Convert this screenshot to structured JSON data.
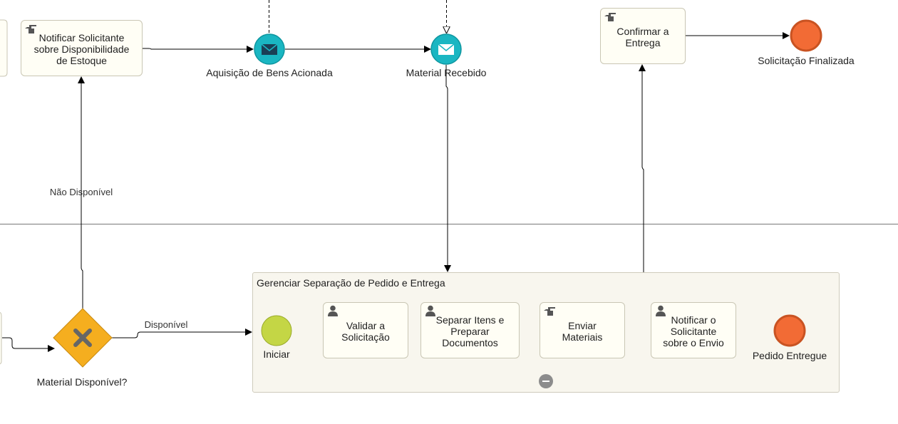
{
  "colors": {
    "message_event": "#1ab6c2",
    "end_event": "#f26b35",
    "end_event_border": "#c95322",
    "start_event": "#c4d645",
    "gateway": "#f5ae1f",
    "task_fill": "#fffef5",
    "line": "#000000"
  },
  "tasks": {
    "notificar_disponibilidade": {
      "label": "Notificar Solicitante\nsobre Disponibilidade\nde Estoque",
      "icon": "hand-pointer-icon"
    },
    "confirmar_entrega": {
      "label": "Confirmar a\nEntrega",
      "icon": "hand-pointer-icon"
    },
    "validar_solicitacao": {
      "label": "Validar a\nSolicitação",
      "icon": "user-icon"
    },
    "separar_itens": {
      "label": "Separar Itens e\nPreparar\nDocumentos",
      "icon": "user-icon"
    },
    "enviar_materiais": {
      "label": "Enviar\nMateriais",
      "icon": "hand-pointer-icon"
    },
    "notificar_envio": {
      "label": "Notificar o\nSolicitante\nsobre o Envio",
      "icon": "user-icon"
    }
  },
  "events": {
    "aquisicao": {
      "label": "Aquisição de Bens Acionada",
      "icon": "envelope-icon"
    },
    "material_recebido": {
      "label": "Material Recebido",
      "icon": "envelope-icon"
    },
    "solicitacao_finalizada": {
      "label": "Solicitação Finalizada"
    },
    "iniciar": {
      "label": "Iniciar"
    },
    "pedido_entregue": {
      "label": "Pedido Entregue"
    }
  },
  "gateway": {
    "label": "Material Disponível?",
    "icon": "x-icon"
  },
  "flows": {
    "nao_disponivel": "Não Disponível",
    "disponivel": "Disponível"
  },
  "subprocess": {
    "title": "Gerenciar Separação de Pedido e Entrega",
    "collapse_icon": "minus-icon"
  }
}
